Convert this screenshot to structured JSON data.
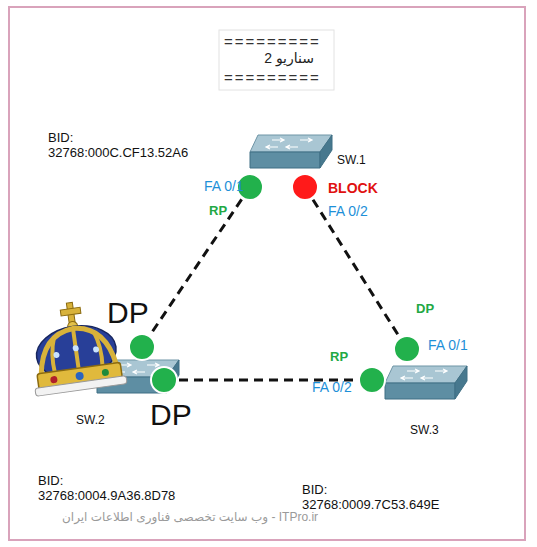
{
  "diagram": {
    "title": "سناریو 2",
    "nodes": [
      {
        "text": [
          "SW.1"
        ]
      },
      {
        "text": [
          "SW.2"
        ]
      },
      {
        "text": [
          "SW.3"
        ]
      }
    ],
    "edges": [
      {
        "from": 0,
        "to": 1,
        "arrow": "none"
      },
      {
        "from": 0,
        "to": 2,
        "arrow": "none"
      },
      {
        "from": 1,
        "to": 2,
        "arrow": "none"
      }
    ],
    "labels": [
      "=========",
      "=========",
      "BID: 32768:000C.CF13.52A6",
      "FA 0/1",
      "RP",
      "BLOCK",
      "FA 0/2",
      "DP",
      "DP",
      "DP",
      "FA 0/1",
      "RP",
      "FA 0/2",
      "BID: 32768:0004.9A36.8D78",
      "BID: 32768:0009.7C53.649E",
      "وب سایت تخصصی فناوری اطلاعات ایران - ITPro.ir"
    ]
  }
}
